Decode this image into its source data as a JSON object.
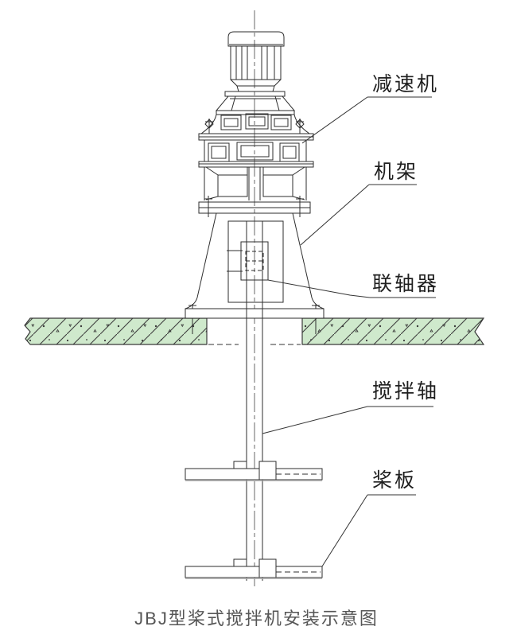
{
  "diagram": {
    "caption": "JBJ型桨式搅拌机安装示意图",
    "labels": {
      "reducer": "减速机",
      "frame": "机架",
      "coupling": "联轴器",
      "shaft": "搅拌轴",
      "paddle": "桨板"
    },
    "colors": {
      "foundation_fill": "#cfe9cc",
      "hatch_line": "#3f3f3f",
      "drawing_line": "#2e2e2e",
      "centerline": "#9a9a9a",
      "label_text": "#1f1f1f",
      "caption_text": "#565656"
    }
  }
}
